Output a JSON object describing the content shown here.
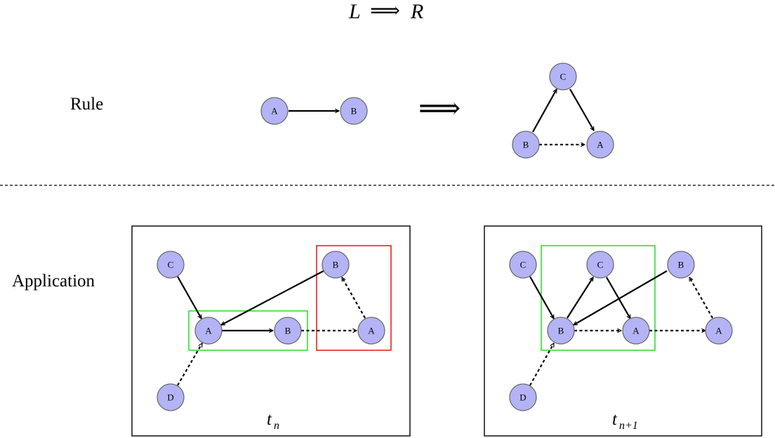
{
  "title": {
    "left": "L",
    "arrow": "⟹",
    "right": "R"
  },
  "rule_label": "Rule",
  "application_label": "Application",
  "implies_symbol": "⟹",
  "colors": {
    "node_fill": "#b3b3f5",
    "node_stroke": "#6b6b6b",
    "match_green": "#22dd22",
    "match_red": "#ee1111"
  },
  "panels": {
    "tn": {
      "label_base": "t",
      "label_sub": "n"
    },
    "tn1": {
      "label_base": "t",
      "label_sub": "n+1"
    }
  },
  "nodes": {
    "rule_lhs_A": "A",
    "rule_lhs_B": "B",
    "rule_rhs_C": "C",
    "rule_rhs_B": "B",
    "rule_rhs_A": "A",
    "tn_C": "C",
    "tn_A": "A",
    "tn_B": "B",
    "tn_D": "D",
    "tn_Btop": "B",
    "tn_A2": "A",
    "tn1_C": "C",
    "tn1_B": "B",
    "tn1_Cmid": "C",
    "tn1_A": "A",
    "tn1_D": "D",
    "tn1_Btop": "B",
    "tn1_A2": "A"
  }
}
